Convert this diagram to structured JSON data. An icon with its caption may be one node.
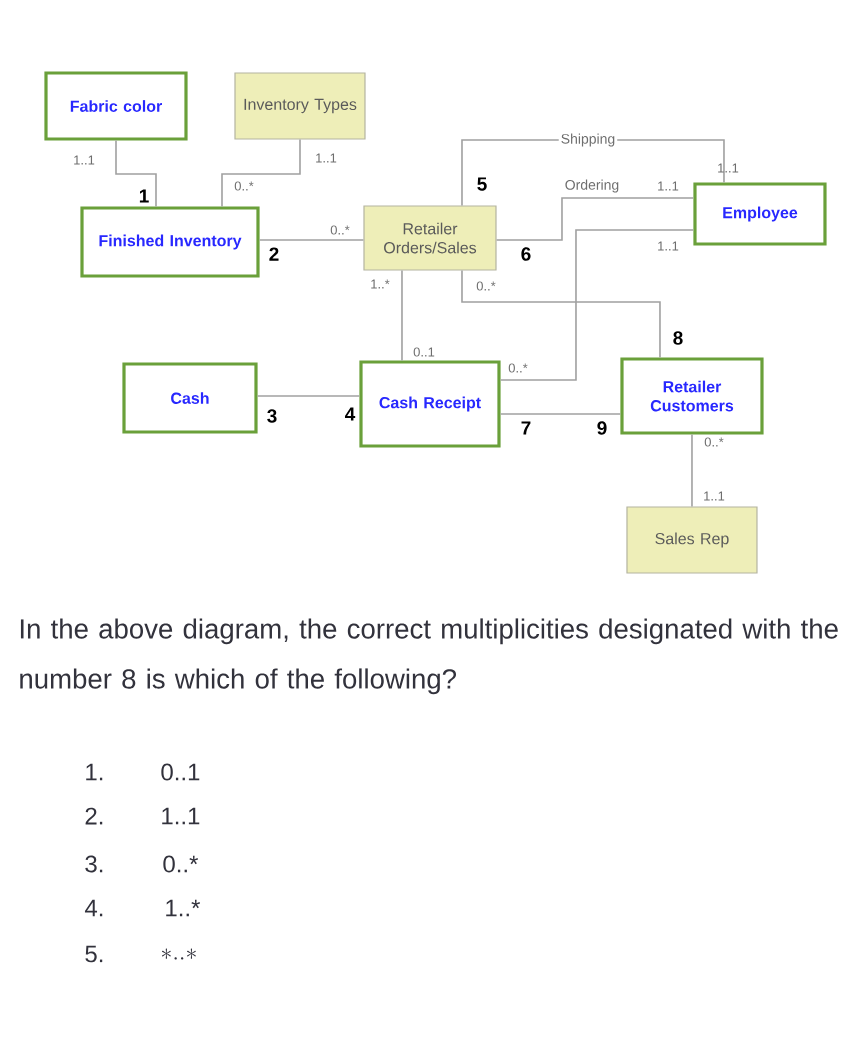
{
  "diagram": {
    "nodes": [
      {
        "text": [
          "Fabric color"
        ]
      },
      {
        "text": [
          "Inventory Types"
        ]
      },
      {
        "text": [
          "Finished Inventory"
        ]
      },
      {
        "text": [
          "Retailer Orders/Sales"
        ]
      },
      {
        "text": [
          "Employee"
        ]
      },
      {
        "text": [
          "Cash"
        ]
      },
      {
        "text": [
          "Cash Receipt"
        ]
      },
      {
        "text": [
          "Retailer Customers"
        ]
      },
      {
        "text": [
          "Sales Rep"
        ]
      }
    ],
    "edges": [
      {
        "from": 0,
        "to": 2,
        "arrow": "none"
      },
      {
        "from": 1,
        "to": 2,
        "arrow": "none"
      },
      {
        "from": 2,
        "to": 3,
        "arrow": "none"
      },
      {
        "from": 3,
        "to": 4,
        "arrow": "none",
        "label": "Shipping"
      },
      {
        "from": 3,
        "to": 4,
        "arrow": "none",
        "label": "Ordering"
      },
      {
        "from": 4,
        "to": 6,
        "arrow": "none"
      },
      {
        "from": 3,
        "to": 6,
        "arrow": "none"
      },
      {
        "from": 3,
        "to": 7,
        "arrow": "none"
      },
      {
        "from": 5,
        "to": 6,
        "arrow": "none"
      },
      {
        "from": 6,
        "to": 7,
        "arrow": "none"
      },
      {
        "from": 7,
        "to": 8,
        "arrow": "none"
      }
    ],
    "labels": [
      "1..1",
      "1..1",
      "0..*",
      "1",
      "5",
      "1..1",
      "1..1",
      "0..*",
      "2",
      "6",
      "1..1",
      "1..*",
      "0..*",
      "8",
      "0..1",
      "0..*",
      "3",
      "4",
      "7",
      "9",
      "0..*",
      "1..1",
      "In the above diagram, the correct multiplicities designated with the number 8 is which of the following?",
      "1.",
      "0..1",
      "2.",
      "1..1",
      "3.",
      "0..*",
      "4.",
      "1..*",
      "5.",
      "*..*"
    ]
  }
}
